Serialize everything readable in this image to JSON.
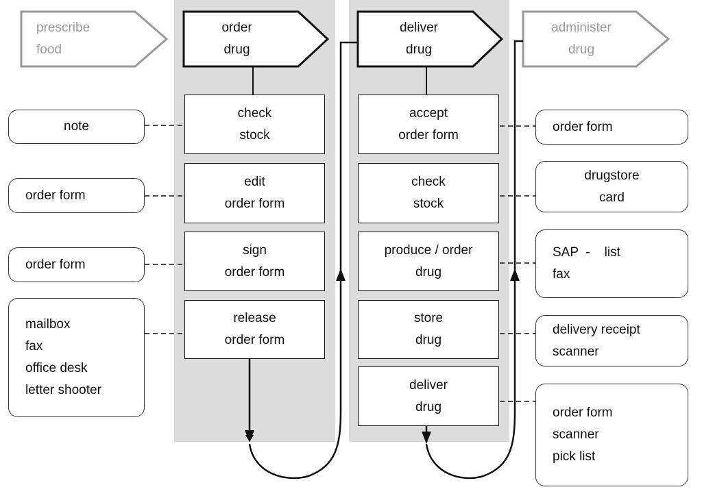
{
  "phases": [
    {
      "id": "prescribe",
      "lines": [
        "prescribe",
        "food"
      ],
      "style": "inactive"
    },
    {
      "id": "order",
      "lines": [
        "order",
        "drug"
      ],
      "style": "active"
    },
    {
      "id": "deliver",
      "lines": [
        "deliver",
        "drug"
      ],
      "style": "active"
    },
    {
      "id": "administer",
      "lines": [
        "administer",
        "drug"
      ],
      "style": "inactive"
    }
  ],
  "order_steps": [
    {
      "lines": [
        "check",
        "stock"
      ]
    },
    {
      "lines": [
        "edit",
        "order form"
      ]
    },
    {
      "lines": [
        "sign",
        "order form"
      ]
    },
    {
      "lines": [
        "release",
        "order form"
      ]
    }
  ],
  "deliver_steps": [
    {
      "lines": [
        "accept",
        "order form"
      ]
    },
    {
      "lines": [
        "check",
        "stock"
      ]
    },
    {
      "lines": [
        "produce / order",
        "drug"
      ]
    },
    {
      "lines": [
        "store",
        "drug"
      ]
    },
    {
      "lines": [
        "deliver",
        "drug"
      ]
    }
  ],
  "left_resources": [
    {
      "lines": [
        "note"
      ]
    },
    {
      "lines": [
        "order form"
      ]
    },
    {
      "lines": [
        "order form"
      ]
    },
    {
      "lines": [
        "mailbox",
        "fax",
        "office desk",
        "letter shooter"
      ]
    }
  ],
  "right_resources": [
    {
      "lines": [
        "order form"
      ]
    },
    {
      "lines": [
        "drugstore",
        "card"
      ]
    },
    {
      "lines": [
        "SAP  -    list",
        "fax"
      ]
    },
    {
      "lines": [
        "delivery receipt",
        "scanner"
      ]
    },
    {
      "lines": [
        "order form",
        "scanner",
        "pick list"
      ]
    }
  ],
  "colors": {
    "lane": "#dcdcdc",
    "stroke": "#111111",
    "inactive": "#9a9a9a"
  }
}
